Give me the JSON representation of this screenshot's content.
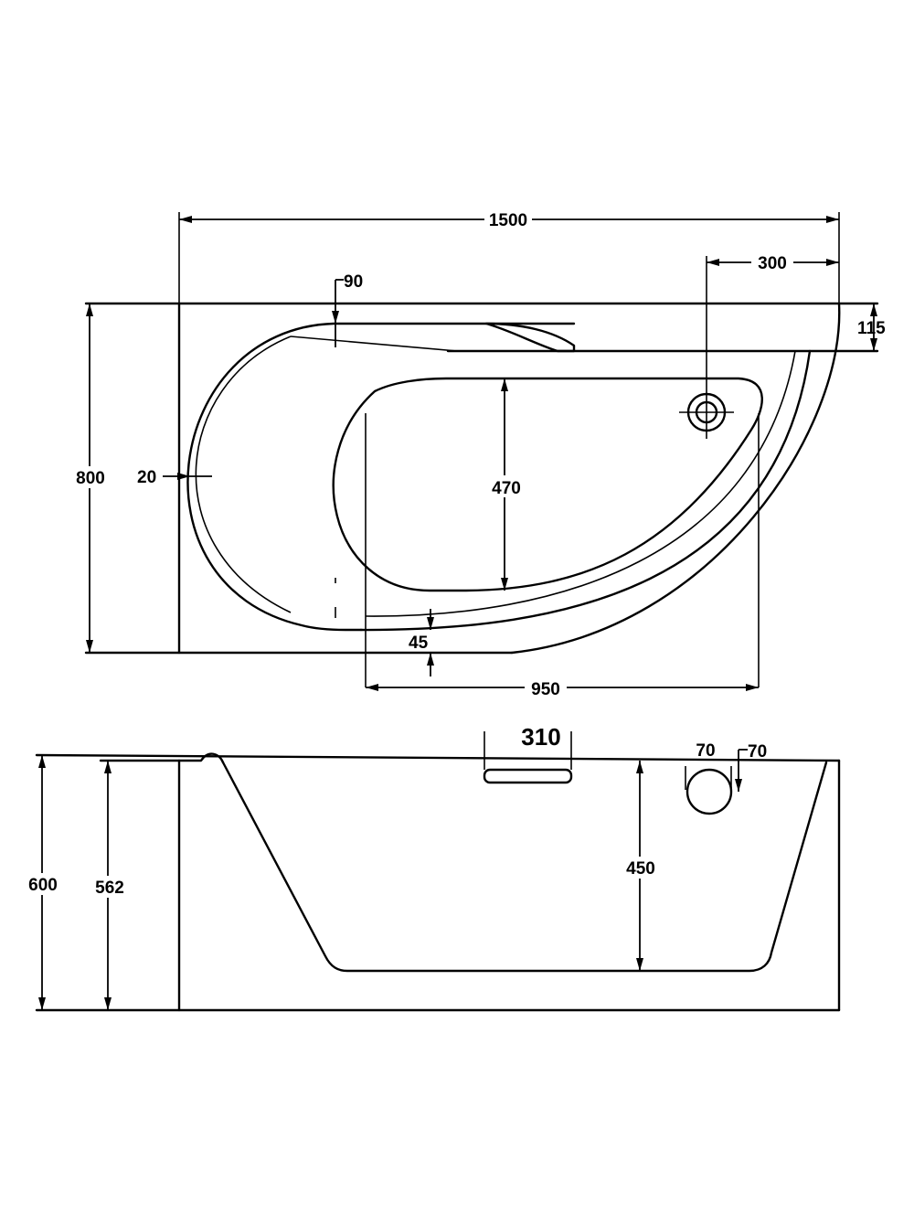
{
  "top_view": {
    "dims": {
      "length": "1500",
      "overflow_offset": "300",
      "top_rim": "90",
      "rim_step": "115",
      "width": "800",
      "side_wall": "20",
      "inner_width": "470",
      "bottom_rim": "45",
      "inner_length": "950"
    }
  },
  "side_view": {
    "dims": {
      "headrest_width": "310",
      "overflow_diameter": "70",
      "overflow_drop": "70",
      "total_height": "600",
      "rim_height": "562",
      "inner_depth": "450"
    }
  },
  "colors": {
    "line": "#000000",
    "background": "#ffffff"
  }
}
